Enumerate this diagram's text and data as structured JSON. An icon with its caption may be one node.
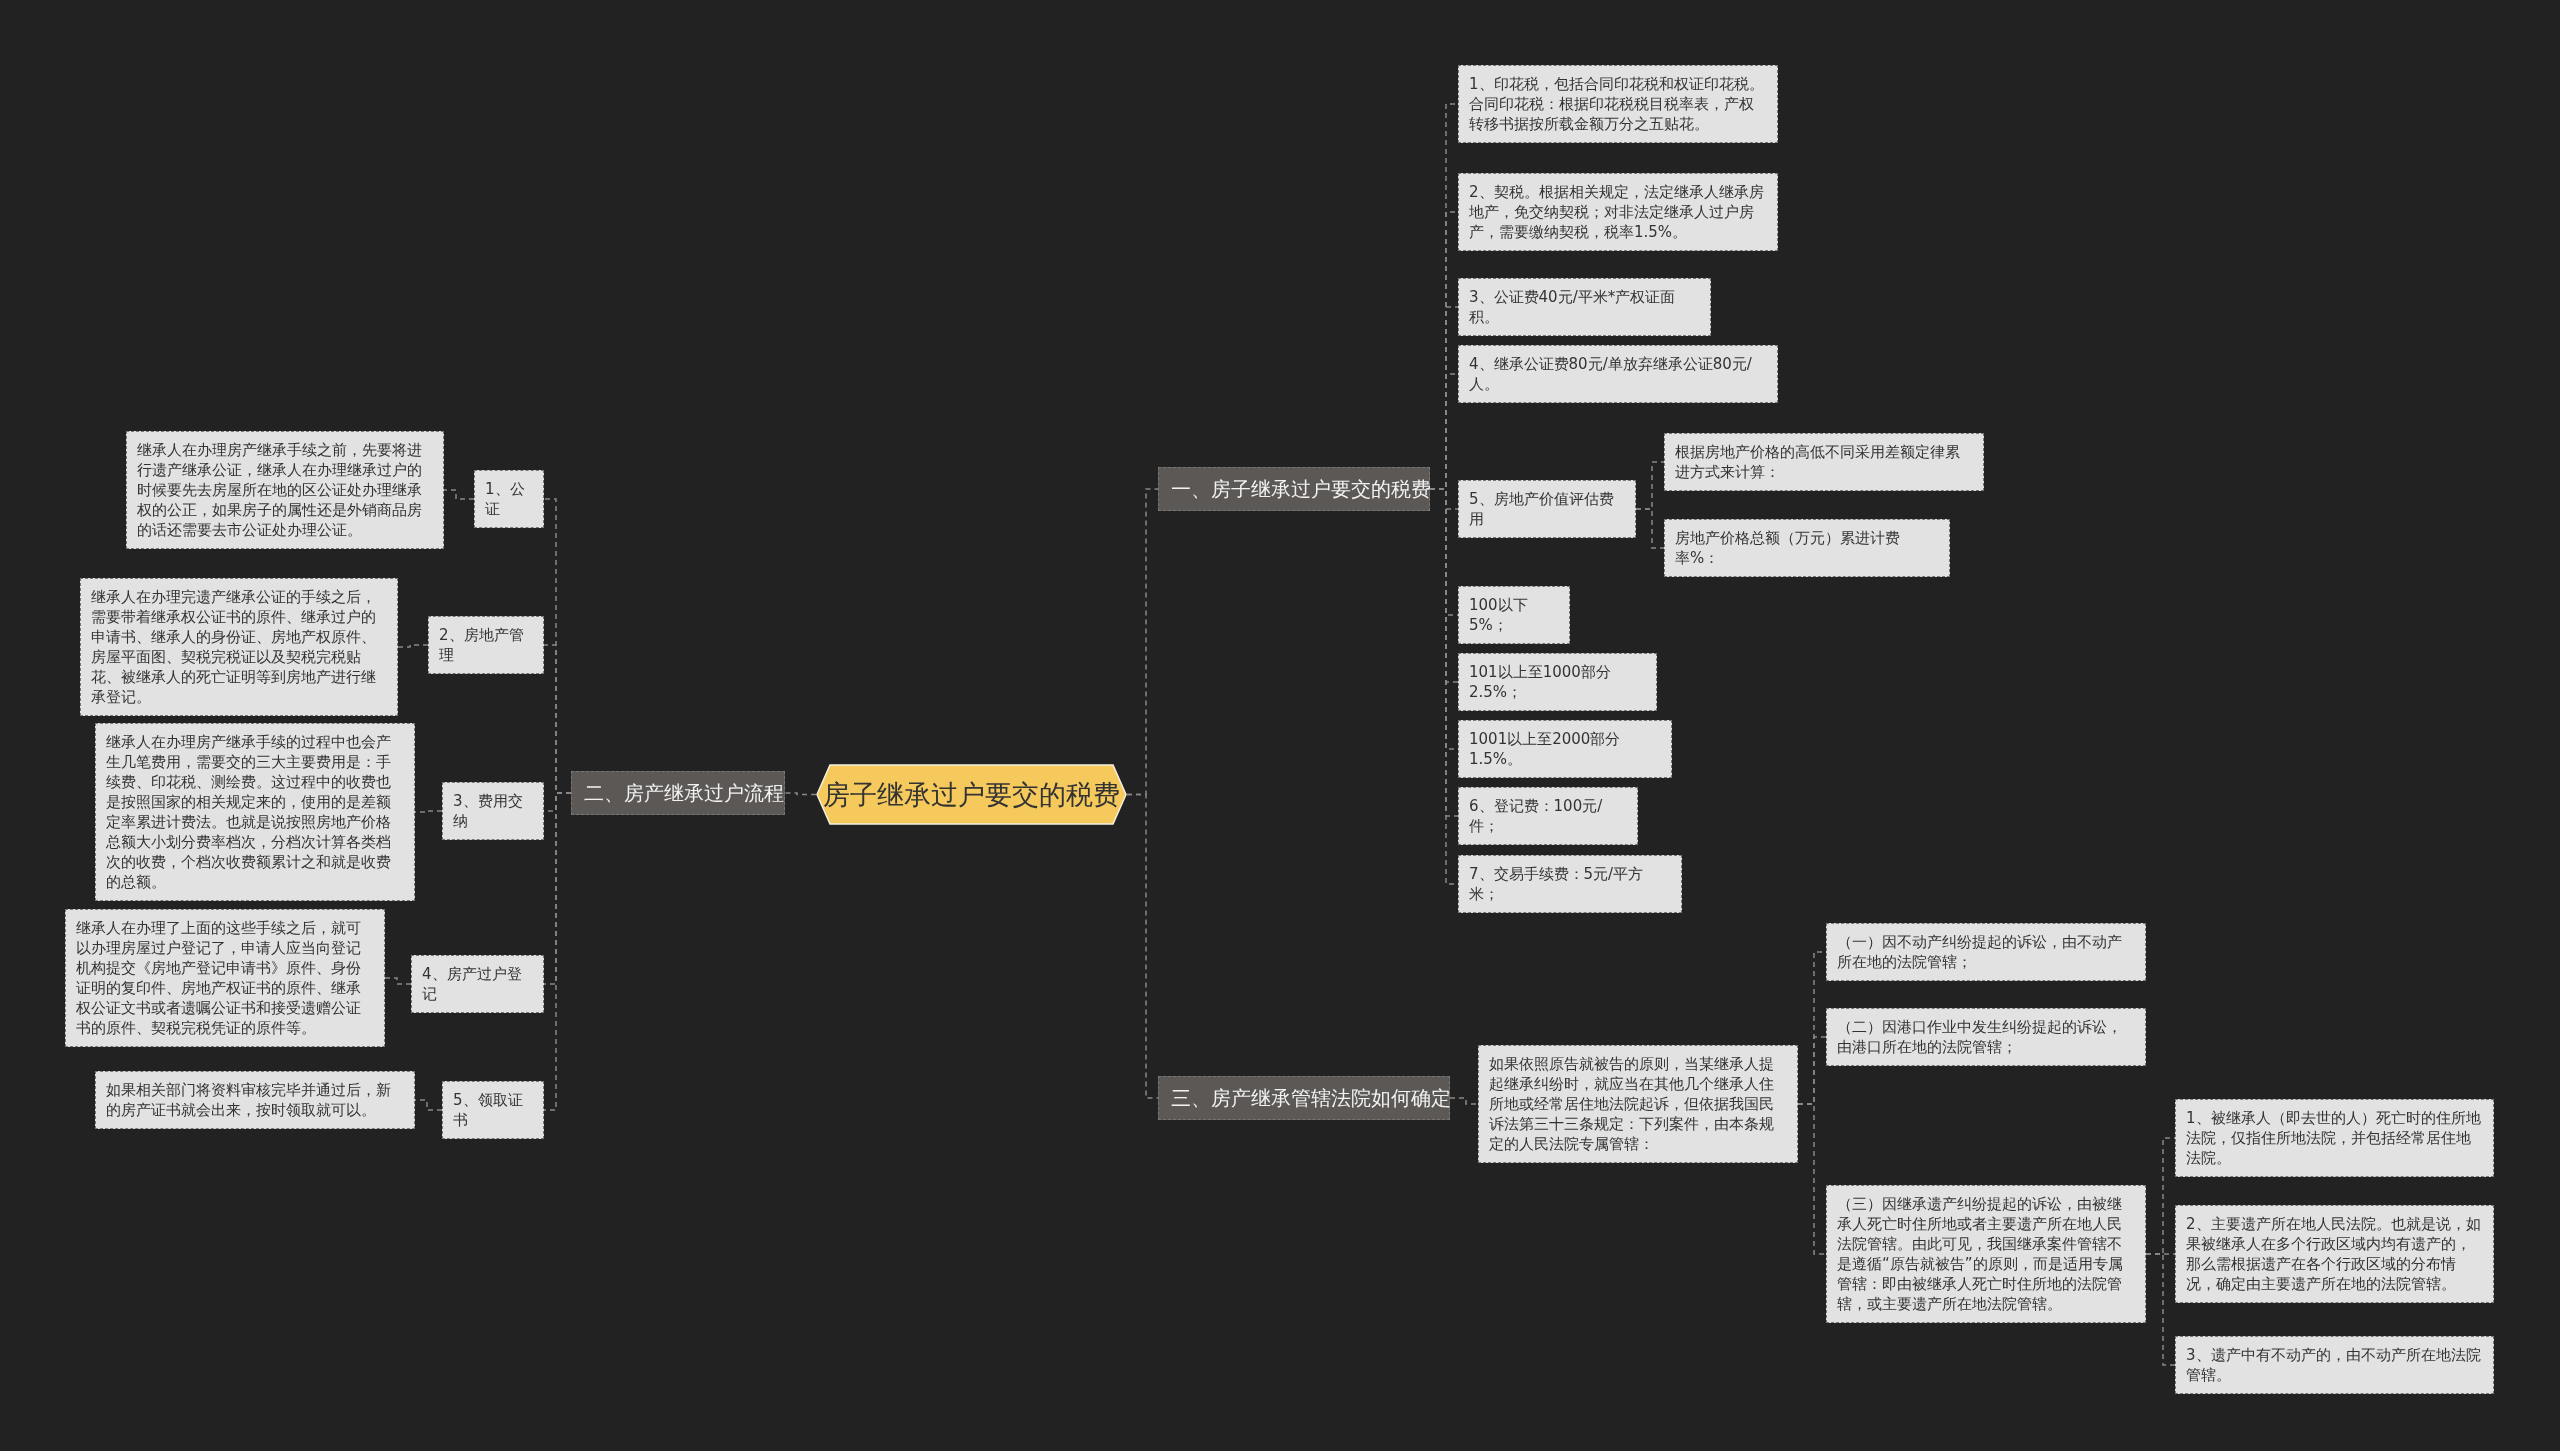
{
  "diagram": {
    "nodes": [
      {
        "text": [
          "房子继承过户要交的税费"
        ]
      },
      {
        "text": [
          "一、房子继承过户要交的税费"
        ]
      },
      {
        "text": [
          "1、印花税，包括合同印花税和权证印花税。合同印花税：根据印花税税目税率表，产权转移书据按所载金额万分之五贴花。"
        ]
      },
      {
        "text": [
          "2、契税。根据相关规定，法定继承人继承房地产，免交纳契税；对非法定继承人过户房产，需要缴纳契税，税率1.5%。"
        ]
      },
      {
        "text": [
          "3、公证费40元/平米*产权证面积。"
        ]
      },
      {
        "text": [
          "4、继承公证费80元/单放弃继承公证80元/人。"
        ]
      },
      {
        "text": [
          "5、房地产价值评估费用"
        ]
      },
      {
        "text": [
          "根据房地产价格的高低不同采用差额定律累进方式来计算："
        ]
      },
      {
        "text": [
          "房地产价格总额（万元）累进计费率%："
        ]
      },
      {
        "text": [
          "100以下5%；"
        ]
      },
      {
        "text": [
          "101以上至1000部分2.5%；"
        ]
      },
      {
        "text": [
          "1001以上至2000部分1.5%。"
        ]
      },
      {
        "text": [
          "6、登记费：100元/件；"
        ]
      },
      {
        "text": [
          "7、交易手续费：5元/平方米；"
        ]
      },
      {
        "text": [
          "三、房产继承管辖法院如何确定"
        ]
      },
      {
        "text": [
          "如果依照原告就被告的原则，当某继承人提起继承纠纷时，就应当在其他几个继承人住所地或经常居住地法院起诉，但依据我国民诉法第三十三条规定：下列案件，由本条规定的人民法院专属管辖："
        ]
      },
      {
        "text": [
          "（一）因不动产纠纷提起的诉讼，由不动产所在地的法院管辖；"
        ]
      },
      {
        "text": [
          "（二）因港口作业中发生纠纷提起的诉讼，由港口所在地的法院管辖；"
        ]
      },
      {
        "text": [
          "（三）因继承遗产纠纷提起的诉讼，由被继承人死亡时住所地或者主要遗产所在地人民法院管辖。由此可见，我国继承案件管辖不是遵循“原告就被告”的原则，而是适用专属管辖：即由被继承人死亡时住所地的法院管辖，或主要遗产所在地法院管辖。"
        ]
      },
      {
        "text": [
          "1、被继承人（即去世的人）死亡时的住所地法院，仅指住所地法院，并包括经常居住地法院。"
        ]
      },
      {
        "text": [
          "2、主要遗产所在地人民法院。也就是说，如果被继承人在多个行政区域内均有遗产的，那么需根据遗产在各个行政区域的分布情况，确定由主要遗产所在地的法院管辖。"
        ]
      },
      {
        "text": [
          "3、遗产中有不动产的，由不动产所在地法院管辖。"
        ]
      },
      {
        "text": [
          "二、房产继承过户流程"
        ]
      },
      {
        "text": [
          "1、公证"
        ]
      },
      {
        "text": [
          "继承人在办理房产继承手续之前，先要将进行遗产继承公证，继承人在办理继承过户的时候要先去房屋所在地的区公证处办理继承权的公正，如果房子的属性还是外销商品房的话还需要去市公证处办理公证。"
        ]
      },
      {
        "text": [
          "2、房地产管理"
        ]
      },
      {
        "text": [
          "继承人在办理完遗产继承公证的手续之后，需要带着继承权公证书的原件、继承过户的申请书、继承人的身份证、房地产权原件、房屋平面图、契税完税证以及契税完税贴花、被继承人的死亡证明等到房地产进行继承登记。"
        ]
      },
      {
        "text": [
          "3、费用交纳"
        ]
      },
      {
        "text": [
          "继承人在办理房产继承手续的过程中也会产生几笔费用，需要交的三大主要费用是：手续费、印花税、测绘费。这过程中的收费也是按照国家的相关规定来的，使用的是差额定率累进计费法。也就是说按照房地产价格总额大小划分费率档次，分档次计算各类档次的收费，个档次收费额累计之和就是收费的总额。"
        ]
      },
      {
        "text": [
          "4、房产过户登记"
        ]
      },
      {
        "text": [
          "继承人在办理了上面的这些手续之后，就可以办理房屋过户登记了，申请人应当向登记机构提交《房地产登记申请书》原件、身份证明的复印件、房地产权证书的原件、继承权公证文书或者遗嘱公证书和接受遗赠公证书的原件、契税完税凭证的原件等。"
        ]
      },
      {
        "text": [
          "5、领取证书"
        ]
      },
      {
        "text": [
          "如果相关部门将资料审核完毕并通过后，新的房产证书就会出来，按时领取就可以。"
        ]
      }
    ],
    "edges": [
      {
        "from": 0,
        "to": 1,
        "arrow": "none"
      },
      {
        "from": 1,
        "to": 2,
        "arrow": "none"
      },
      {
        "from": 1,
        "to": 3,
        "arrow": "none"
      },
      {
        "from": 1,
        "to": 4,
        "arrow": "none"
      },
      {
        "from": 1,
        "to": 5,
        "arrow": "none"
      },
      {
        "from": 1,
        "to": 6,
        "arrow": "none"
      },
      {
        "from": 6,
        "to": 7,
        "arrow": "none"
      },
      {
        "from": 6,
        "to": 8,
        "arrow": "none"
      },
      {
        "from": 1,
        "to": 9,
        "arrow": "none"
      },
      {
        "from": 1,
        "to": 10,
        "arrow": "none"
      },
      {
        "from": 1,
        "to": 11,
        "arrow": "none"
      },
      {
        "from": 1,
        "to": 12,
        "arrow": "none"
      },
      {
        "from": 1,
        "to": 13,
        "arrow": "none"
      },
      {
        "from": 0,
        "to": 14,
        "arrow": "none"
      },
      {
        "from": 14,
        "to": 15,
        "arrow": "none"
      },
      {
        "from": 15,
        "to": 16,
        "arrow": "none"
      },
      {
        "from": 15,
        "to": 17,
        "arrow": "none"
      },
      {
        "from": 15,
        "to": 18,
        "arrow": "none"
      },
      {
        "from": 18,
        "to": 19,
        "arrow": "none"
      },
      {
        "from": 18,
        "to": 20,
        "arrow": "none"
      },
      {
        "from": 18,
        "to": 21,
        "arrow": "none"
      },
      {
        "from": 0,
        "to": 22,
        "arrow": "none"
      },
      {
        "from": 22,
        "to": 23,
        "arrow": "none"
      },
      {
        "from": 23,
        "to": 24,
        "arrow": "none"
      },
      {
        "from": 22,
        "to": 25,
        "arrow": "none"
      },
      {
        "from": 25,
        "to": 26,
        "arrow": "none"
      },
      {
        "from": 22,
        "to": 27,
        "arrow": "none"
      },
      {
        "from": 27,
        "to": 28,
        "arrow": "none"
      },
      {
        "from": 22,
        "to": 29,
        "arrow": "none"
      },
      {
        "from": 29,
        "to": 30,
        "arrow": "none"
      },
      {
        "from": 22,
        "to": 31,
        "arrow": "none"
      },
      {
        "from": 31,
        "to": 32,
        "arrow": "none"
      }
    ]
  }
}
